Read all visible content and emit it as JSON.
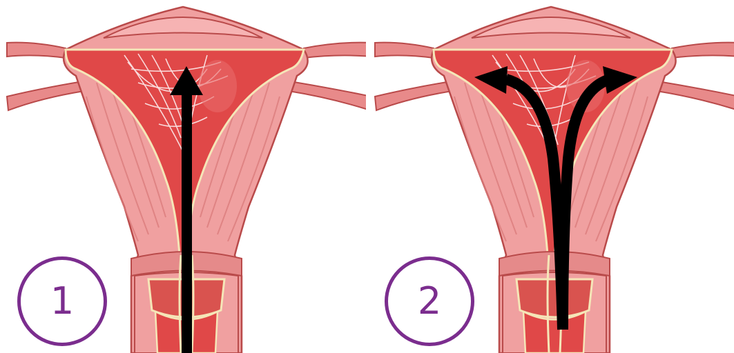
{
  "panels": [
    {
      "step_label": "1",
      "arrow": "single-straight-up"
    },
    {
      "step_label": "2",
      "arrow": "forked-left-and-right"
    }
  ],
  "colors": {
    "tissue": "#f0a0a0",
    "tissue_dark": "#d9534f",
    "cavity": "#e04848",
    "fibers": "#fbe3e3",
    "outline": "#b94a4a",
    "lining": "#f5e6b8",
    "arrow": "#000000",
    "badge": "#7b2d8e"
  }
}
